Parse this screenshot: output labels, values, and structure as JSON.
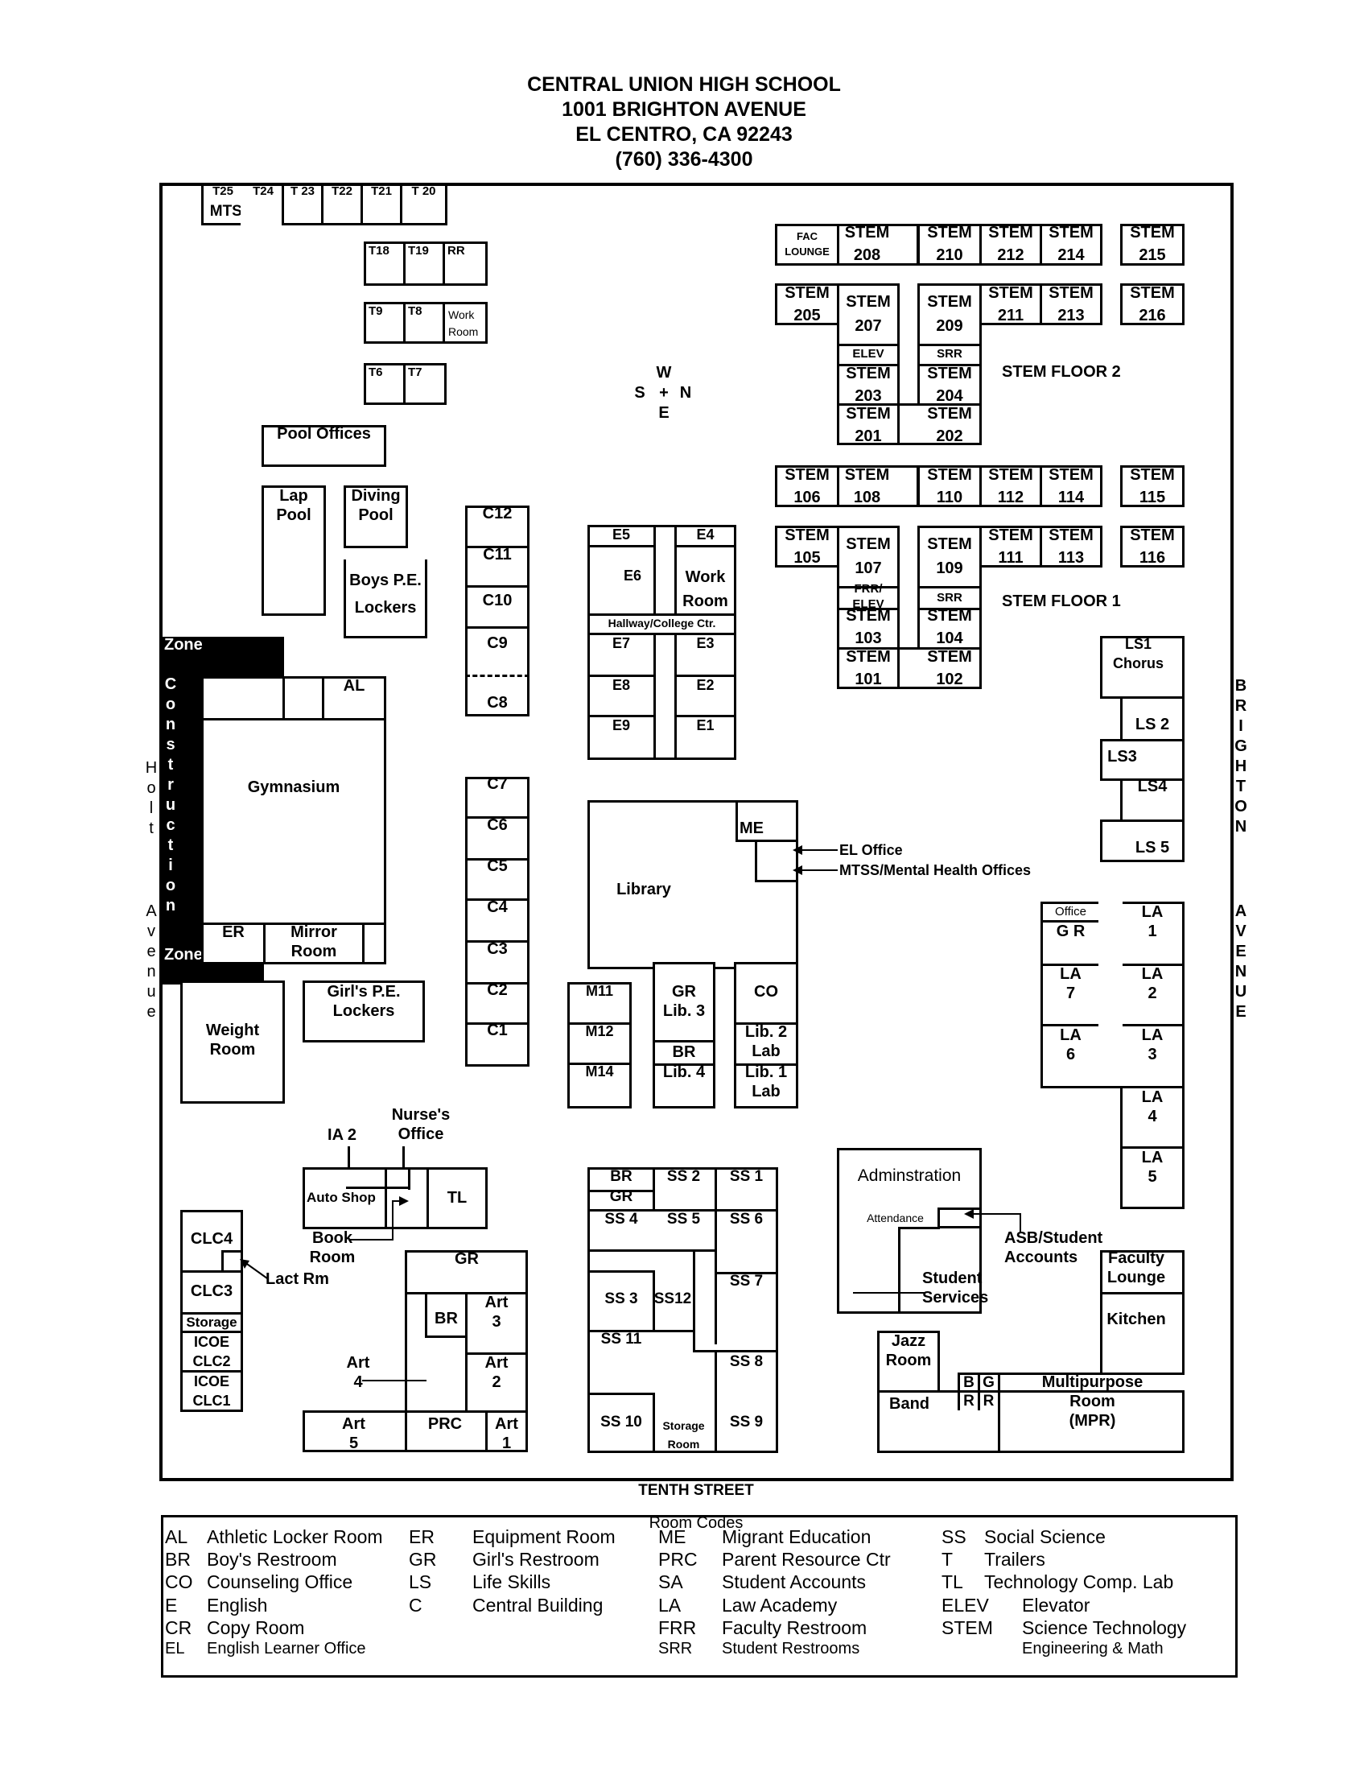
{
  "header": {
    "line1": "CENTRAL UNION HIGH SCHOOL",
    "line2": "1001 BRIGHTON AVENUE",
    "line3": "EL CENTRO, CA  92243",
    "line4": "(760) 336-4300"
  },
  "streets": {
    "tenth": "TENTH STREET",
    "brighton_top": "B\nR\nI\nG\nH\nT\nO\nN",
    "brighton_bottom": "A\nV\nE\nN\nU\nE",
    "holt_top": "H\no\nl\nt",
    "holt_bottom": "A\nv\ne\nn\nu\ne",
    "construction": "C\no\nn\ns\nt\nr\nu\nc\nt\ni\no\nn",
    "zone_top": "Zone",
    "zone_bottom": "Zone"
  },
  "compass": {
    "w": "W",
    "s": "S",
    "plus": "+",
    "n": "N",
    "e": "E"
  },
  "trailers": {
    "t25": "T25",
    "mtshs": "MTSHS",
    "t24": "T24",
    "t23": "T 23",
    "t22": "T22",
    "t21": "T21",
    "t20": "T 20",
    "t18": "T18",
    "t19": "T19",
    "rr": "RR",
    "t9": "T9",
    "t8": "T8",
    "work_room": "Work\nRoom",
    "t6": "T6",
    "t7": "T7"
  },
  "pool": {
    "offices": "Pool Offices",
    "lap": "Lap\nPool",
    "diving": "Diving\nPool",
    "boys_pe": "Boys P.E.\nLockers"
  },
  "gym": {
    "al": "AL",
    "gymnasium": "Gymnasium",
    "er": "ER",
    "mirror": "Mirror\nRoom",
    "girls_pe": "Girl's P.E.\nLockers",
    "weight": "Weight\nRoom"
  },
  "c_building": {
    "c12": "C12",
    "c11": "C11",
    "c10": "C10",
    "c9": "C9",
    "c8": "C8",
    "c7": "C7",
    "c6": "C6",
    "c5": "C5",
    "c4": "C4",
    "c3": "C3",
    "c2": "C2",
    "c1": "C1"
  },
  "e_building": {
    "e5": "E5",
    "e4": "E4",
    "e6": "E6",
    "work_room": "Work\nRoom",
    "hallway": "Hallway/College Ctr.",
    "e7": "E7",
    "e3": "E3",
    "e8": "E8",
    "e2": "E2",
    "e9": "E9",
    "e1": "E1"
  },
  "library": {
    "me": "ME",
    "library": "Library",
    "el_office": "EL Office",
    "mtss": "MTSS/Mental Health Offices",
    "m11": "M11",
    "m12": "M12",
    "m14": "M14",
    "gr": "GR",
    "lib3": "Lib. 3",
    "br": "BR",
    "lib4": "Lib. 4",
    "co": "CO",
    "lib2": "Lib. 2\nLab",
    "lib1": "Lib. 1\nLab"
  },
  "stem2": {
    "fac": "FAC\nLOUNGE",
    "s208": "STEM\n208",
    "s210": "STEM\n210",
    "s212": "STEM\n212",
    "s214": "STEM\n214",
    "s215": "STEM\n215",
    "s205": "STEM\n205",
    "s207": "STEM\n207",
    "s209": "STEM\n209",
    "s211": "STEM\n211",
    "s213": "STEM\n213",
    "s216": "STEM\n216",
    "elev": "ELEV",
    "srr": "SRR",
    "s203": "STEM\n203",
    "s204": "STEM\n204",
    "s201": "STEM\n201",
    "s202": "STEM\n202",
    "label": "STEM FLOOR 2"
  },
  "stem1": {
    "s106": "STEM\n106",
    "s108": "STEM\n108",
    "s110": "STEM\n110",
    "s112": "STEM\n112",
    "s114": "STEM\n114",
    "s115": "STEM\n115",
    "s105": "STEM\n105",
    "s107": "STEM\n107",
    "s109": "STEM\n109",
    "s111": "STEM\n111",
    "s113": "STEM\n113",
    "s116": "STEM\n116",
    "frr": "FRR/\nELEV",
    "srr": "SRR",
    "s103": "STEM\n103",
    "s104": "STEM\n104",
    "s101": "STEM\n101",
    "s102": "STEM\n102",
    "label": "STEM FLOOR 1"
  },
  "ls": {
    "ls1": "LS1\nChorus",
    "ls2": "LS 2",
    "ls3": "LS3",
    "ls4": "LS4",
    "ls5": "LS 5"
  },
  "la": {
    "office": "Office",
    "gr": "G R",
    "la1": "LA\n1",
    "la7": "LA\n7",
    "la2": "LA\n2",
    "la6": "LA\n6",
    "la3": "LA\n3",
    "la4": "LA\n4",
    "la5": "LA\n5"
  },
  "shop": {
    "ia2": "IA 2",
    "nurse": "Nurse's\nOffice",
    "auto": "Auto Shop",
    "tl": "TL",
    "book": "Book\nRoom"
  },
  "clc": {
    "clc4": "CLC4",
    "lact": "Lact Rm",
    "clc3": "CLC3",
    "storage": "Storage",
    "clc2": "ICOE\nCLC2",
    "clc1": "ICOE\nCLC1"
  },
  "art": {
    "gr": "GR",
    "br": "BR",
    "art3": "Art\n3",
    "art4": "Art\n4",
    "art2": "Art\n2",
    "art5": "Art\n5",
    "prc": "PRC",
    "art1": "Art\n1"
  },
  "ss": {
    "br": "BR",
    "gr": "GR",
    "ss2": "SS 2",
    "ss1": "SS 1",
    "ss4": "SS 4",
    "ss5": "SS 5",
    "ss6": "SS 6",
    "ss7": "SS 7",
    "ss3": "SS 3",
    "ss12": "SS12",
    "ss11": "SS 11",
    "ss8": "SS 8",
    "ss10": "SS 10",
    "storage": "Storage\nRoom",
    "ss9": "SS 9"
  },
  "admin": {
    "admin": "Adminstration",
    "attendance": "Attendance",
    "asb": "ASB/Student\nAccounts",
    "student_services": "Student\nServices",
    "faculty": "Faculty\nLounge",
    "kitchen": "Kitchen",
    "jazz": "Jazz\nRoom",
    "band": "Band",
    "br": "B\nR",
    "gr": "G\nR",
    "mpr": "Multipurpose\nRoom\n(MPR)"
  },
  "legend": {
    "title": "Room Codes",
    "col1": [
      [
        "AL",
        "Athletic Locker Room"
      ],
      [
        "BR",
        "Boy's Restroom"
      ],
      [
        "CO",
        "Counseling Office"
      ],
      [
        "E",
        "English"
      ],
      [
        "CR",
        "Copy Room"
      ],
      [
        "EL",
        "English Learner Office"
      ]
    ],
    "col2": [
      [
        "ER",
        "Equipment Room"
      ],
      [
        "GR",
        "Girl's Restroom"
      ],
      [
        "LS",
        "Life Skills"
      ],
      [
        "C",
        "Central Building"
      ]
    ],
    "col3": [
      [
        "ME",
        "Migrant Education"
      ],
      [
        "PRC",
        "Parent Resource Ctr"
      ],
      [
        "SA",
        "Student Accounts"
      ],
      [
        "LA",
        "Law Academy"
      ],
      [
        "FRR",
        "Faculty Restroom"
      ],
      [
        "SRR",
        "Student Restrooms"
      ]
    ],
    "col4": [
      [
        "SS",
        "Social Science"
      ],
      [
        "T",
        "Trailers"
      ],
      [
        "TL",
        "Technology Comp. Lab"
      ],
      [
        "ELEV",
        "Elevator"
      ],
      [
        "STEM",
        "Science Technology"
      ],
      [
        "",
        "Engineering & Math"
      ]
    ]
  }
}
